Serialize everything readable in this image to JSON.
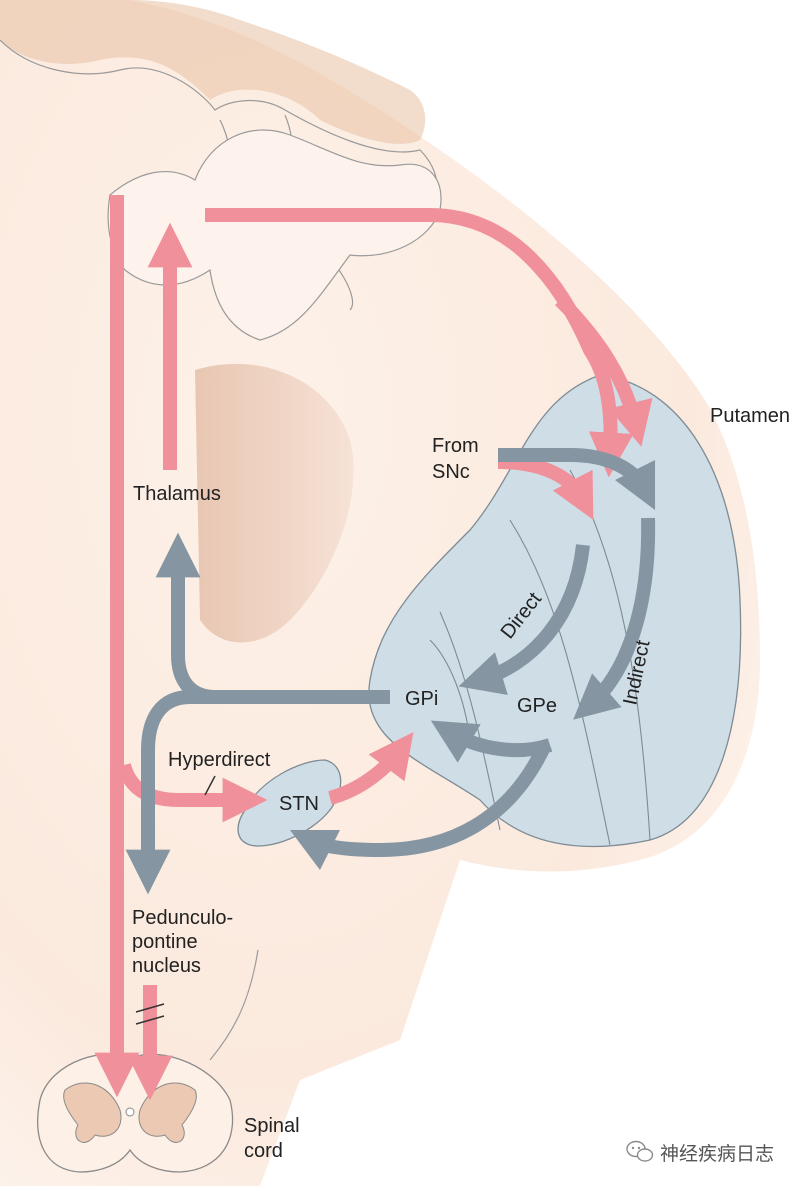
{
  "colors": {
    "brain_fill": "#fbe8dc",
    "cortex_fill": "#fdf0e6",
    "thalamus_fill": "#f2d8c8",
    "basal_ganglia_fill": "#cfdde6",
    "outline": "#9a9a9a",
    "excitatory_arrow": "#f0909b",
    "inhibitory_arrow": "#8596a2",
    "text": "#222222"
  },
  "labels": {
    "putamen": "Putamen",
    "from_snc_line1": "From",
    "from_snc_line2": "SNc",
    "thalamus": "Thalamus",
    "direct": "Direct",
    "indirect": "Indirect",
    "gpi": "GPi",
    "gpe": "GPe",
    "hyperdirect": "Hyperdirect",
    "stn": "STN",
    "ppn_line1": "Pedunculo-",
    "ppn_line2": "pontine",
    "ppn_line3": "nucleus",
    "spinal_line1": "Spinal",
    "spinal_line2": "cord"
  },
  "watermark": {
    "icon": "wechat-icon",
    "text": "神经疾病日志"
  }
}
